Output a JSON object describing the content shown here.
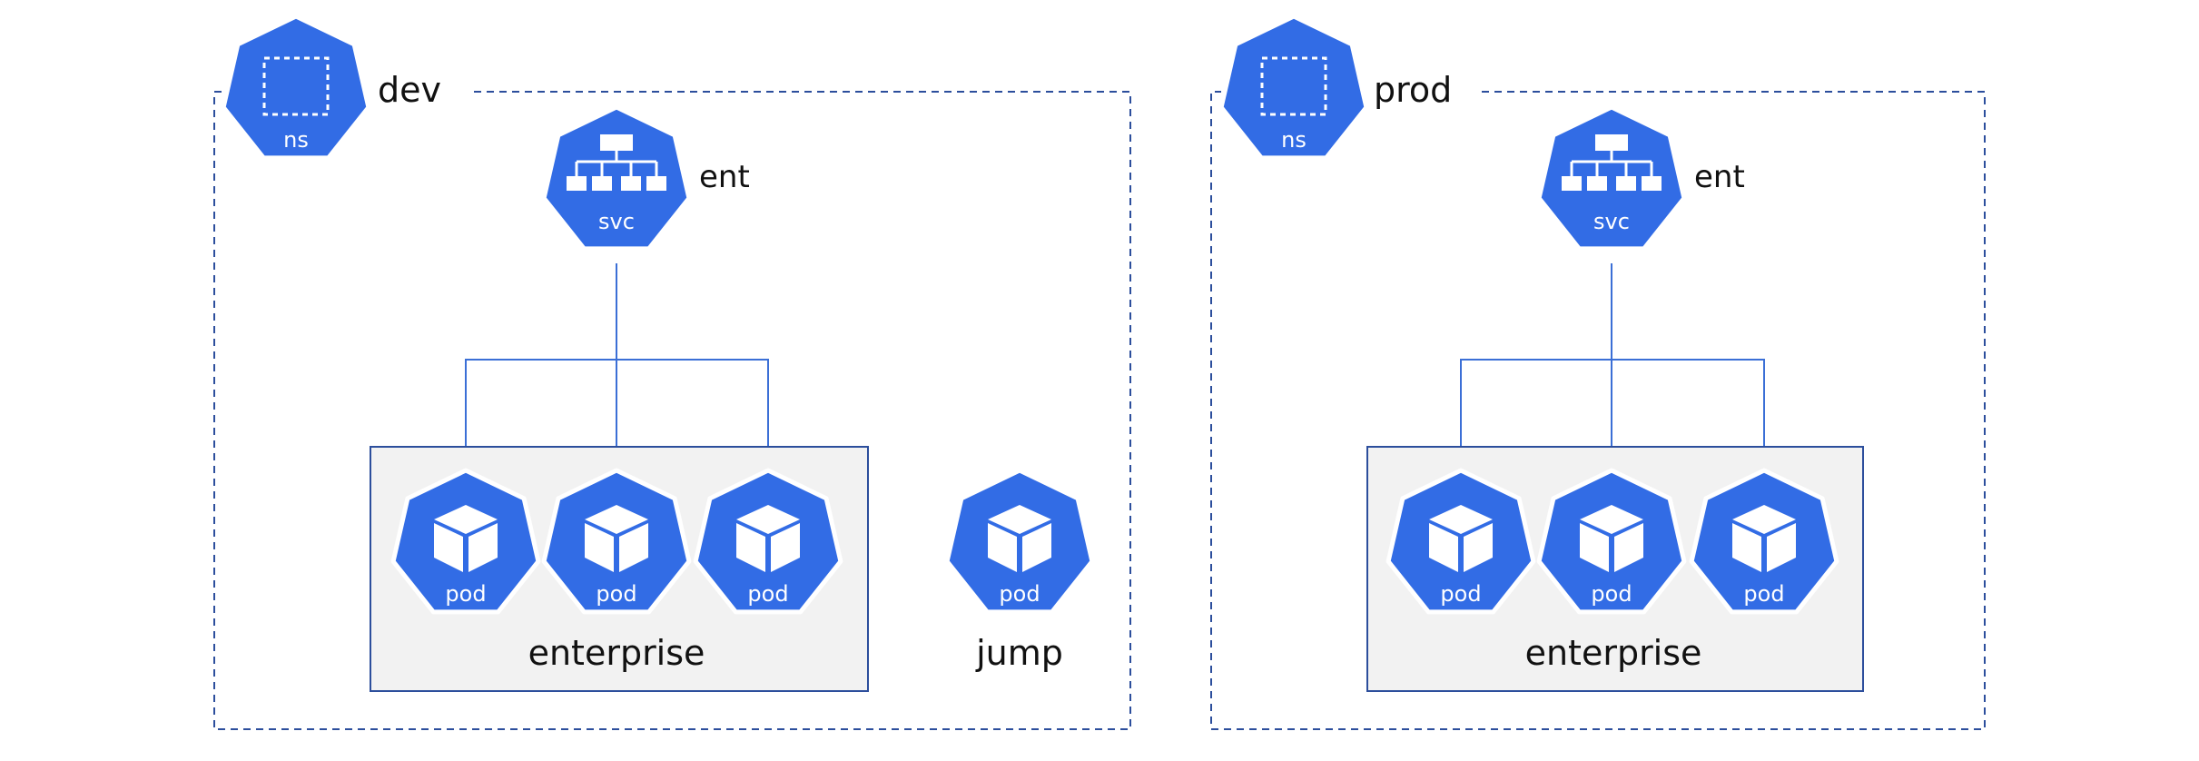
{
  "namespaces": [
    {
      "label": "dev",
      "icon_caption": "ns",
      "service": {
        "label": "ent",
        "icon_caption": "svc"
      },
      "group_label": "enterprise",
      "group_pods": [
        "pod",
        "pod",
        "pod"
      ],
      "extra_pod": {
        "caption": "pod",
        "label": "jump"
      }
    },
    {
      "label": "prod",
      "icon_caption": "ns",
      "service": {
        "label": "ent",
        "icon_caption": "svc"
      },
      "group_label": "enterprise",
      "group_pods": [
        "pod",
        "pod",
        "pod"
      ]
    }
  ],
  "colors": {
    "icon_fill": "#326ce5",
    "frame_stroke": "#2c4e9c",
    "group_fill": "#f2f2f2",
    "connector": "#3b6fd6"
  },
  "icons": {
    "namespace": "namespace-icon",
    "service": "service-icon",
    "pod": "pod-icon"
  }
}
